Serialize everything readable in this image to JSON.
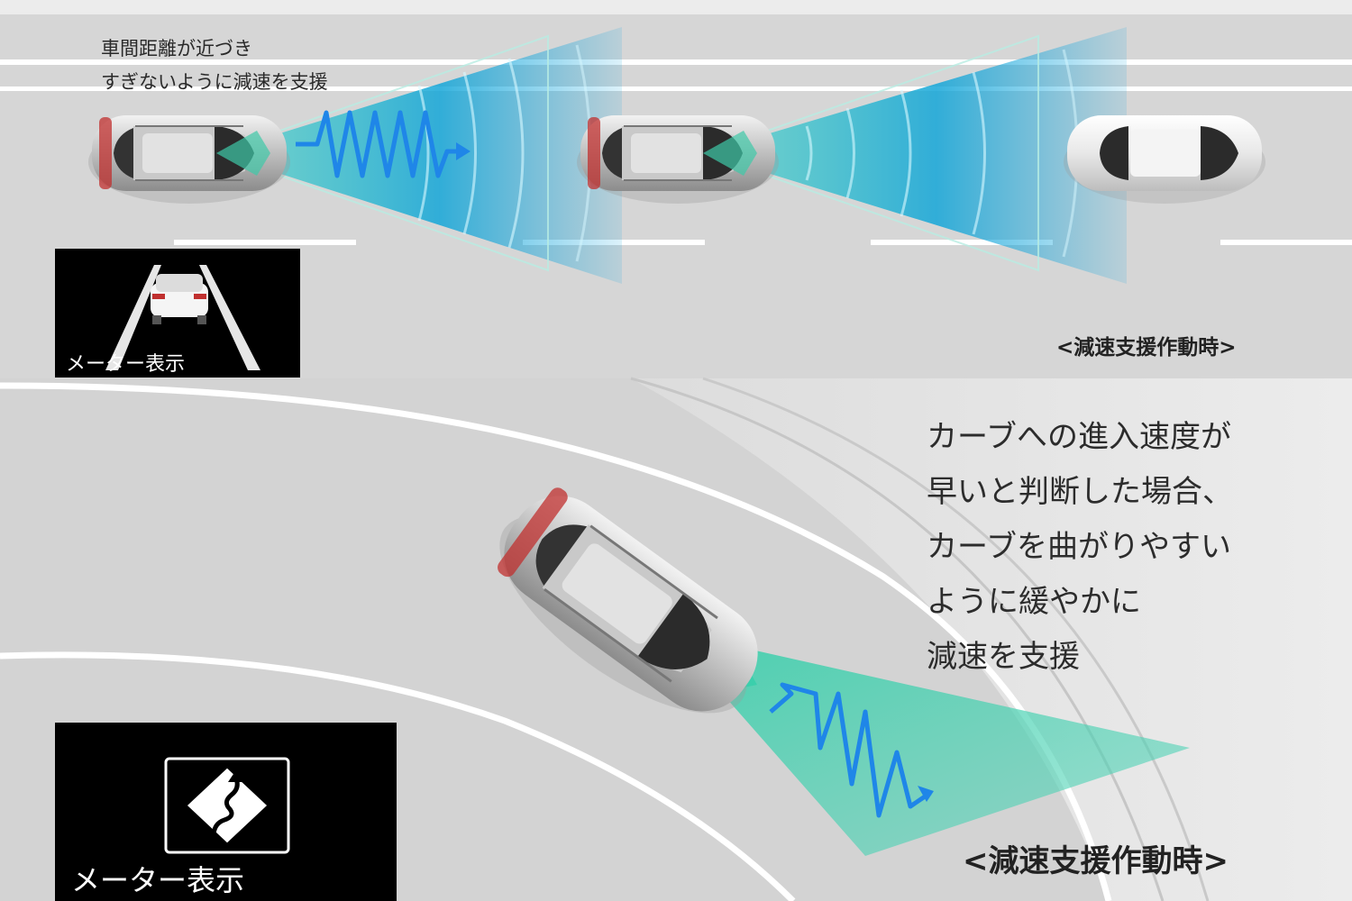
{
  "top_scene": {
    "annotation_lines": [
      "車間距離が近づき",
      "すぎないように減速を支援"
    ],
    "caption": "<減速支援作動時>",
    "meter_label": "メーター表示"
  },
  "bottom_scene": {
    "annotation_lines": [
      "カーブへの進入速度が",
      "早いと判断した場合、",
      "カーブを曲がりやすい",
      "ように緩やかに",
      "減速を支援"
    ],
    "caption": "<減速支援作動時>",
    "meter_label": "メーター表示"
  },
  "colors": {
    "road": "#d7d7d7",
    "lane_line": "#ffffff",
    "radar_cyan": "#1aa8d8",
    "sensor_teal": "#3fc9a8",
    "signal_blue": "#1f86e8",
    "meter_bg": "#000000"
  }
}
